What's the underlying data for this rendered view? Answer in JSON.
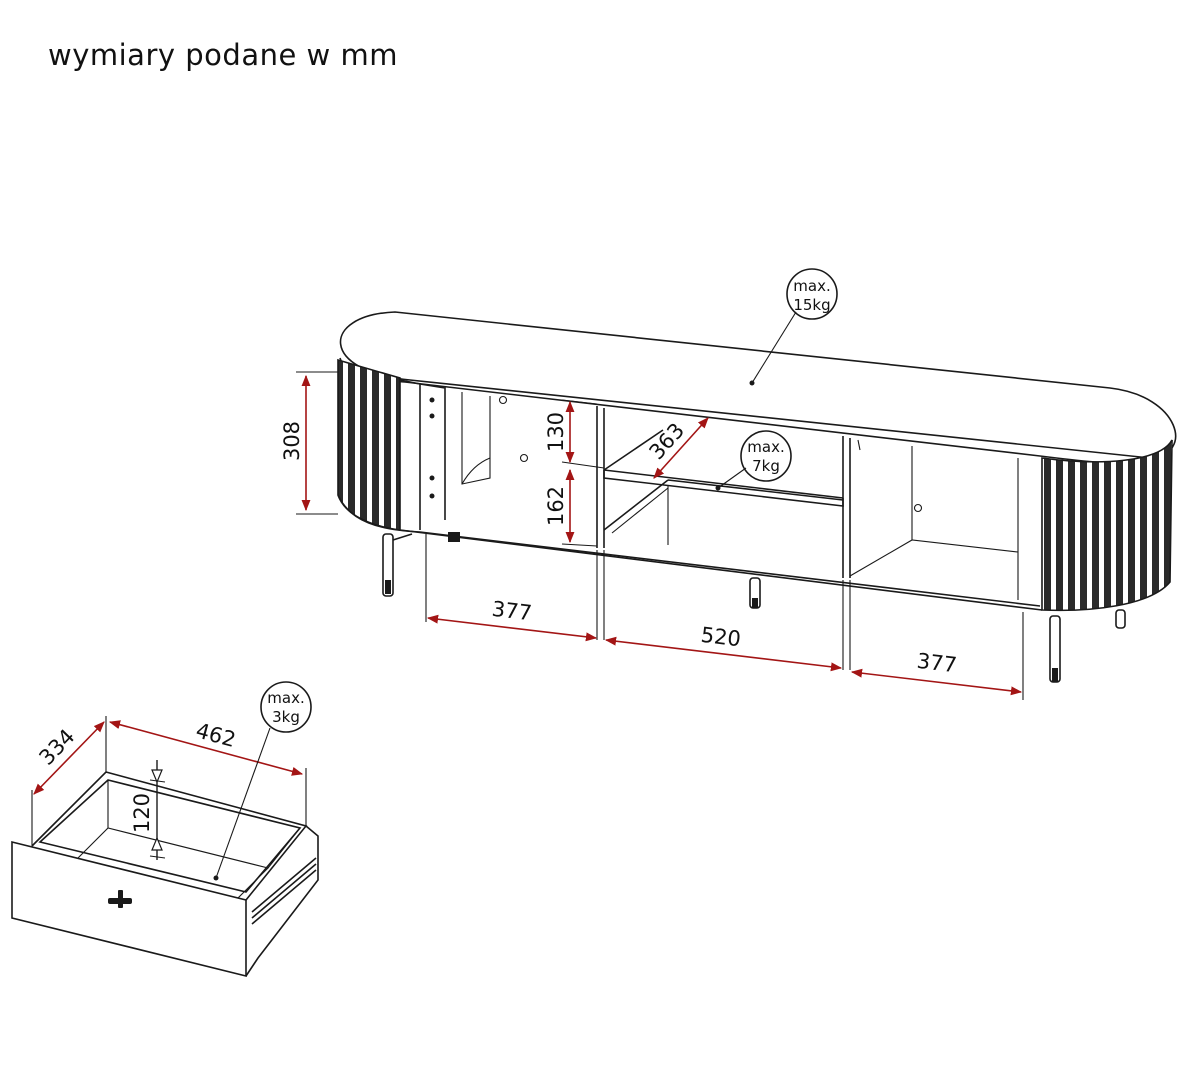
{
  "title": "wymiary podane w mm",
  "dimensions": {
    "height_total": "308",
    "shelf_upper_height": "130",
    "shelf_lower_height": "162",
    "shelf_depth": "363",
    "width_left": "377",
    "width_middle": "520",
    "width_right": "377",
    "drawer_depth": "334",
    "drawer_width": "462",
    "drawer_height": "120"
  },
  "load_badges": {
    "top": [
      "max.",
      "15kg"
    ],
    "shelf": [
      "max.",
      "7kg"
    ],
    "drawer": [
      "max.",
      "3kg"
    ]
  },
  "colors": {
    "dimension_line": "#a31515",
    "outline": "#1a1a1a"
  }
}
